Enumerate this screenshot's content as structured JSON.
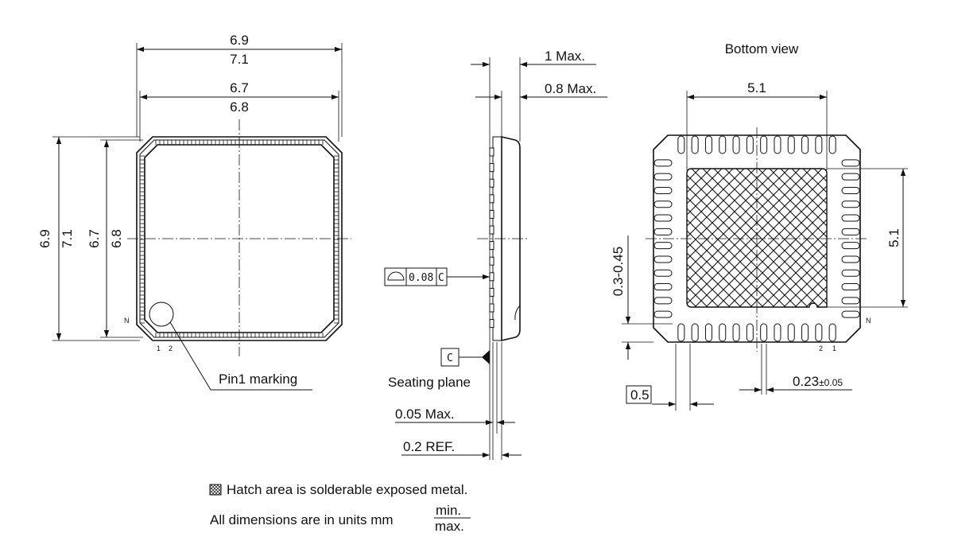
{
  "top_view": {
    "width_outer": "6.9",
    "width_outer_max": "7.1",
    "width_inner": "6.7",
    "width_inner_max": "6.8",
    "height_outer": "6.9",
    "height_outer_max": "7.1",
    "height_inner": "6.7",
    "height_inner_max": "6.8",
    "pin_n": "N",
    "pin_1": "1",
    "pin_2": "2",
    "pin1_label": "Pin1 marking"
  },
  "side_view": {
    "height_max": "1 Max.",
    "body_max": "0.8 Max.",
    "flatness_value": "0.08",
    "flatness_datum": "C",
    "datum_label": "C",
    "seating_plane": "Seating plane",
    "standoff_max": "0.05 Max.",
    "lead_ref": "0.2 REF."
  },
  "bottom_view": {
    "title": "Bottom view",
    "pad_width": "5.1",
    "pad_height": "5.1",
    "lead_length": "0.3-0.45",
    "pitch": "0.5",
    "lead_width": "0.23",
    "lead_width_tol": "±0.05",
    "pin_n": "N",
    "pin_2": "2",
    "pin_1": "1"
  },
  "notes": {
    "hatch_note": "Hatch area is solderable exposed metal.",
    "units_note": "All dimensions are in units mm",
    "units_min": "min.",
    "units_max": "max."
  }
}
